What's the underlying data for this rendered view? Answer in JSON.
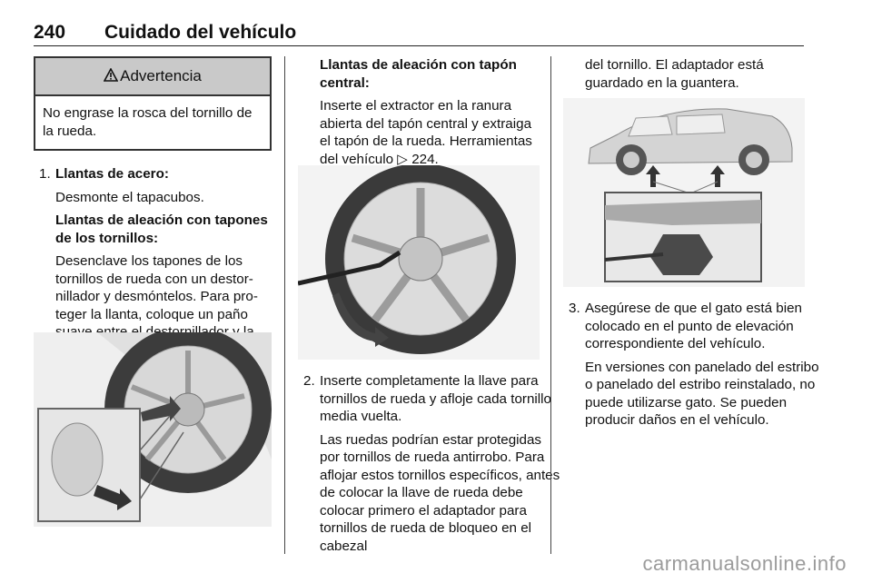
{
  "header": {
    "page_number": "240",
    "section_title": "Cuidado del vehículo"
  },
  "warning": {
    "icon": "warning-triangle-icon",
    "title": "Advertencia",
    "body": "No engrase la rosca del tornillo de la rueda."
  },
  "col1": {
    "step1_num": "1.",
    "step1_title": "Llantas de acero:",
    "step1_text": "Desmonte el tapacubos.",
    "sub_title": "Llantas de aleación con tapones de los tornillos:",
    "sub_text": "Desenclave los tapones de los tornillos de rueda con un destor­nillador y desmóntelos. Para pro­teger la llanta, coloque un paño suave entre el destornillador y la llanta de aleación."
  },
  "col2": {
    "sub_title": "Llantas de aleación con tapón central:",
    "sub_text": "Inserte el extractor en la ranura abierta del tapón central y ex­traiga el tapón de la rueda. Herra­mientas del vehículo",
    "ref_icon": "page-reference-arrow-icon",
    "ref_page": "224.",
    "step2_num": "2.",
    "step2_text": "Inserte completamente la llave para tornillos de rueda y afloje cada tornillo media vuelta.",
    "step2_note": "Las ruedas podrían estar protegi­das por tornillos de rueda anti­rrobo. Para aflojar estos tornillos específicos, antes de colocar la llave de rueda debe colocar pri­mero el adaptador para tornillos de rueda de bloqueo en el cabezal"
  },
  "col3": {
    "cont_text": "del tornillo. El adaptador está guardado en la guantera.",
    "step3_num": "3.",
    "step3_text": "Asegúrese de que el gato está bien colocado en el punto de ele­vación correspondiente del ve­hículo.",
    "step3_note": "En versiones con panelado del estribo o panelado del estribo reinstalado, no puede utilizarse gato. Se pueden producir daños en el vehículo."
  },
  "watermark": "carmanualsonline.info"
}
